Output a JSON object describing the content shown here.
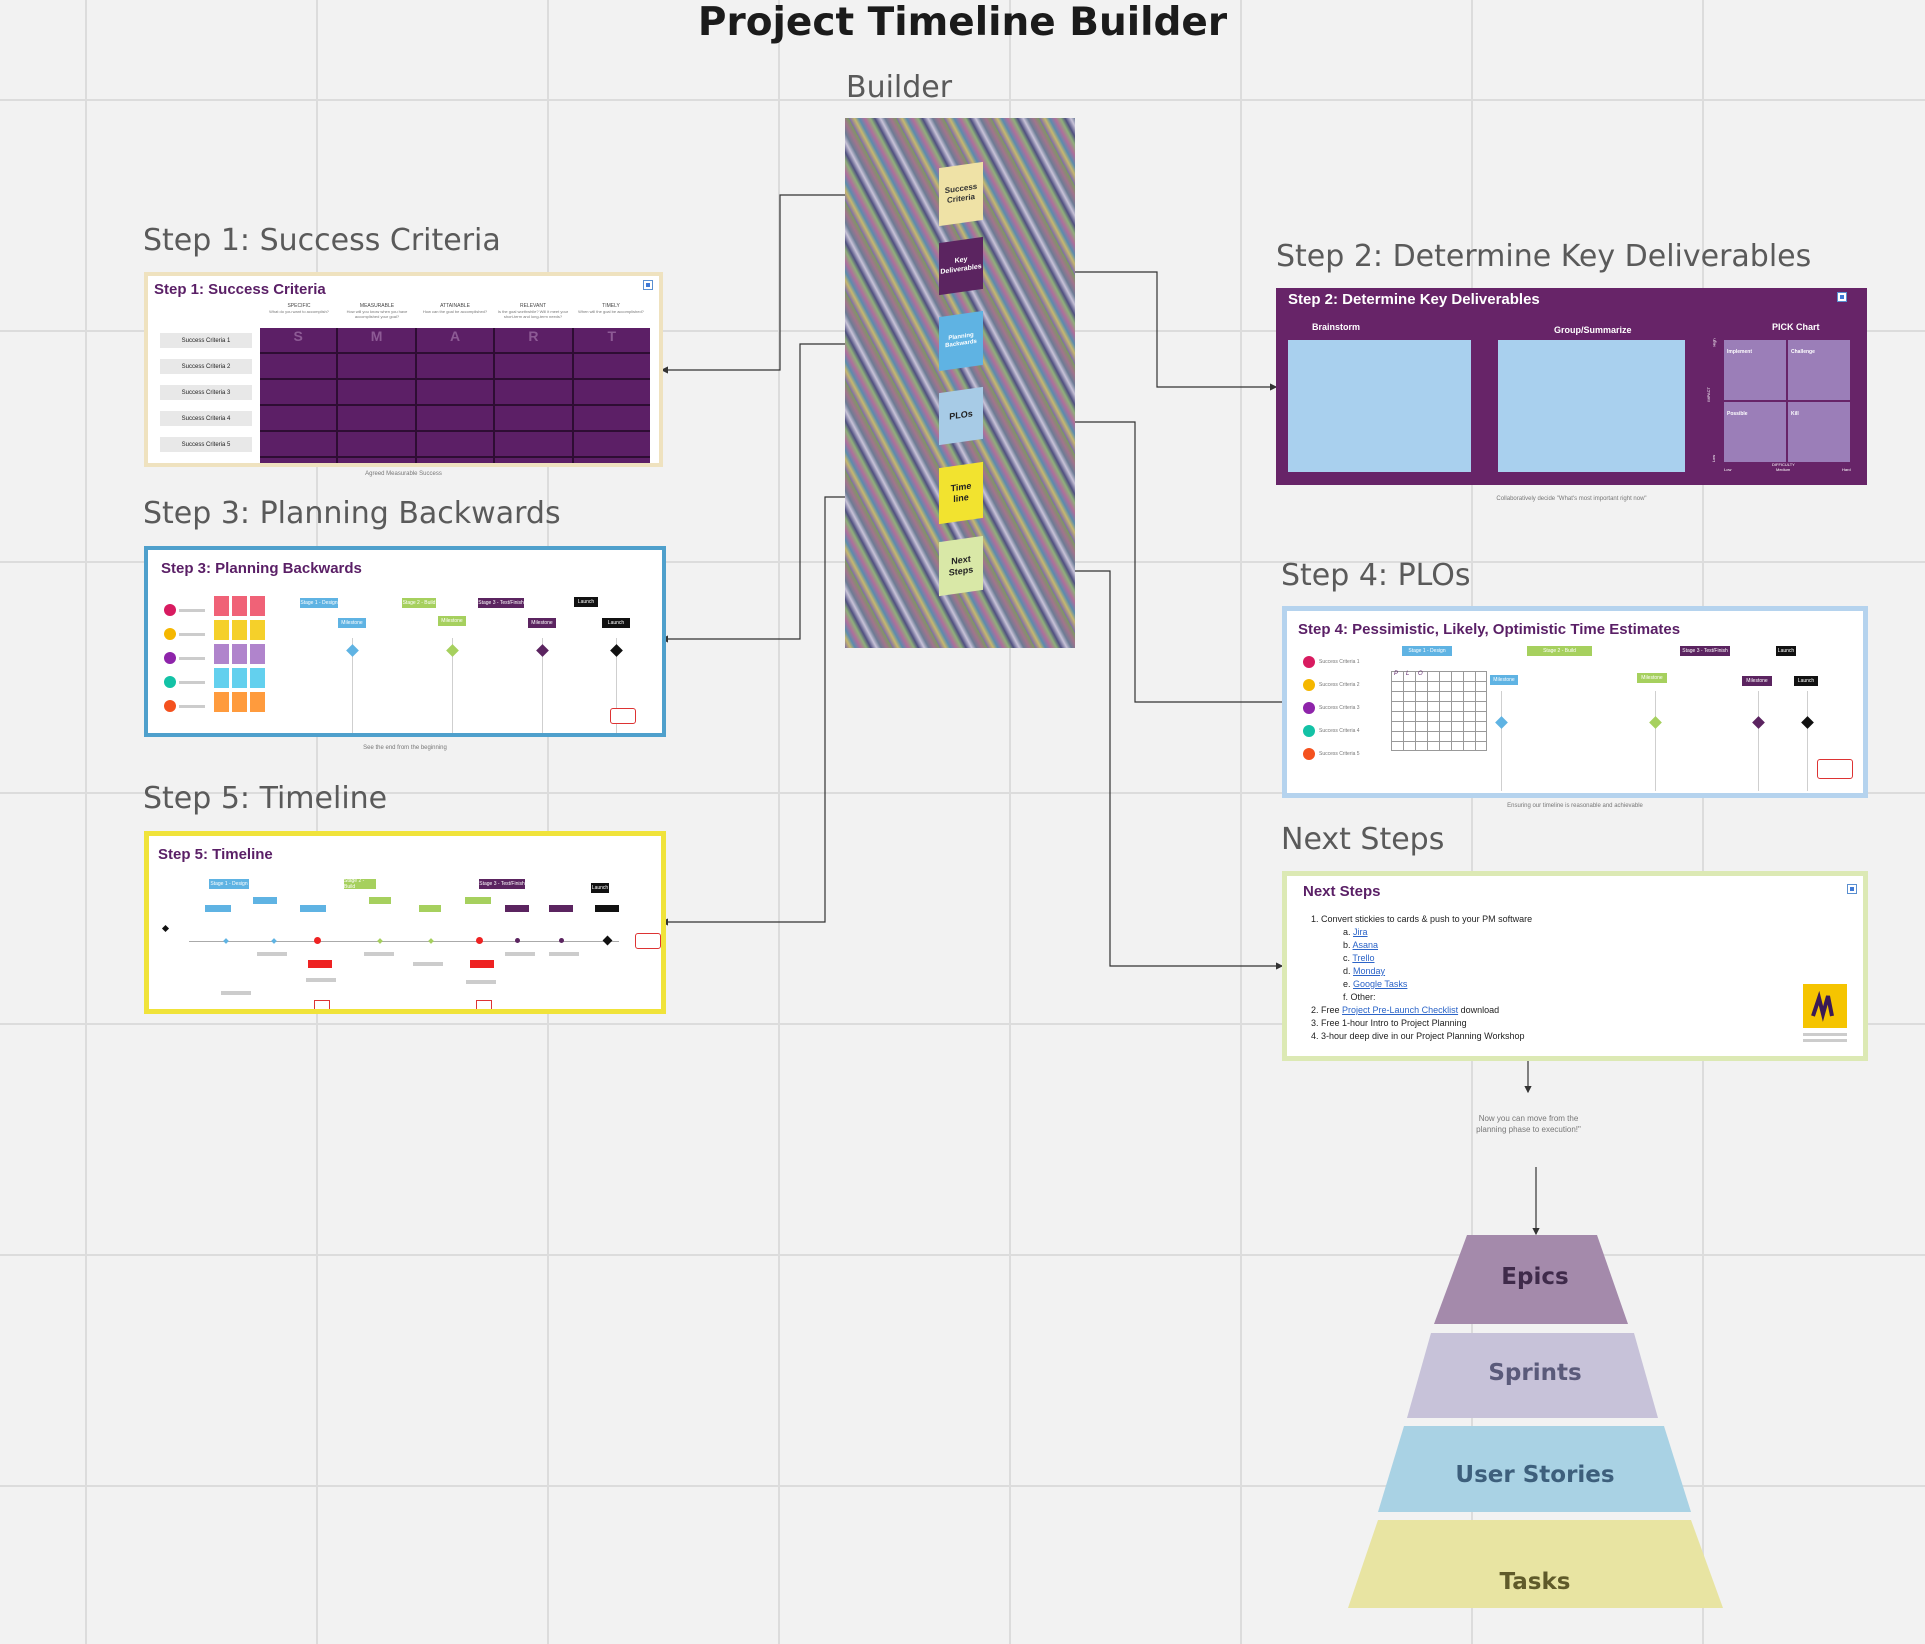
{
  "page": {
    "title": "Project Timeline Builder"
  },
  "builder": {
    "title": "Builder",
    "tabs": [
      {
        "label": "Success Criteria",
        "color": "#efe2a6"
      },
      {
        "label": "Key Deliverables",
        "color": "#5b2460"
      },
      {
        "label": "Planning Backwards",
        "color": "#5fb3e3"
      },
      {
        "label": "PLOs",
        "color": "#a7cbe6"
      },
      {
        "label": "Time line",
        "color": "#f2e32f"
      },
      {
        "label": "Next Steps",
        "color": "#d9e8a7"
      }
    ]
  },
  "step1": {
    "section_title": "Step 1: Success Criteria",
    "frame_title": "Step 1: Success Criteria",
    "columns": [
      {
        "head": "SPECIFIC",
        "sub": "What do you want to accomplish?",
        "letter": "S"
      },
      {
        "head": "MEASURABLE",
        "sub": "How will you know when you have accomplished your goal?",
        "letter": "M"
      },
      {
        "head": "ATTAINABLE",
        "sub": "How can the goal be accomplished?",
        "letter": "A"
      },
      {
        "head": "RELEVANT",
        "sub": "Is the goal worthwhile? Will it meet your short-term and long-term needs?",
        "letter": "R"
      },
      {
        "head": "TIMELY",
        "sub": "When will the goal be accomplished?",
        "letter": "T"
      }
    ],
    "rows": [
      "Success Criteria 1",
      "Success Criteria 2",
      "Success Criteria 3",
      "Success Criteria 4",
      "Success Criteria 5"
    ],
    "caption": "Agreed Measurable Success"
  },
  "step2": {
    "section_title": "Step 2: Determine Key Deliverables",
    "frame_title": "Step 2: Determine Key Deliverables",
    "brainstorm": "Brainstorm",
    "group": "Group/Summarize",
    "pick": "PICK Chart",
    "quadrants": [
      "Implement",
      "Challenge",
      "Possible",
      "Kill"
    ],
    "impact_label": "IMPACT",
    "high": "High",
    "low": "Low",
    "difficulty_label": "DIFFICULTY",
    "x_ticks": [
      "Low",
      "Medium",
      "Hard"
    ],
    "caption": "Collaboratively decide \"What's most important right now\""
  },
  "step3": {
    "section_title": "Step 3: Planning Backwards",
    "frame_title": "Step 3: Planning Backwards",
    "stages": [
      "Stage 1 - Design",
      "Stage 2 - Build",
      "Stage 3 - Test/Finish"
    ],
    "milestone": "Milestone",
    "launch": "Launch",
    "caption": "See the end from the beginning"
  },
  "step4": {
    "section_title": "Step 4: PLOs",
    "frame_title": "Step 4: Pessimistic, Likely, Optimistic Time Estimates",
    "criteria": [
      "Success Criteria 1",
      "Success Criteria 2",
      "Success Criteria 3",
      "Success Criteria 4",
      "Success Criteria 5"
    ],
    "stages": [
      "Stage 1 - Design",
      "Stage 2 - Build",
      "Stage 3 - Test/Finish"
    ],
    "milestone": "Milestone",
    "launch": "Launch",
    "estimate_letters": [
      "P",
      "L",
      "O"
    ],
    "caption": "Ensuring our timeline is reasonable and achievable"
  },
  "step5": {
    "section_title": "Step 5: Timeline",
    "frame_title": "Step 5: Timeline",
    "stages": [
      "Stage 1 - Design",
      "Stage 2 - Build",
      "Stage 3 - Test/Finish"
    ],
    "launch": "Launch"
  },
  "next_steps": {
    "section_title": "Next Steps",
    "frame_title": "Next Steps",
    "item1": "Convert stickies to cards & push to your PM software",
    "tools": [
      "Jira",
      "Asana",
      "Trello",
      "Monday",
      "Google Tasks"
    ],
    "other": "Other:",
    "item2_pre": "Free ",
    "item2_link": "Project Pre-Launch Checklist",
    "item2_post": " download",
    "item3": "Free 1-hour Intro to Project Planning",
    "item4": "3-hour deep dive in our Project Planning Workshop",
    "note": "Now you can move  from the planning phase to execution!\""
  },
  "pyramid": {
    "levels": [
      {
        "label": "Epics",
        "color": "#a48aab",
        "text_color": "#3f2a4a"
      },
      {
        "label": "Sprints",
        "color": "#c7c2d9",
        "text_color": "#5a5a7a"
      },
      {
        "label": "User Stories",
        "color": "#a9d2e4",
        "text_color": "#3d5f7c"
      },
      {
        "label": "Tasks",
        "color": "#e8e4a2",
        "text_color": "#5f5a2a"
      }
    ]
  }
}
